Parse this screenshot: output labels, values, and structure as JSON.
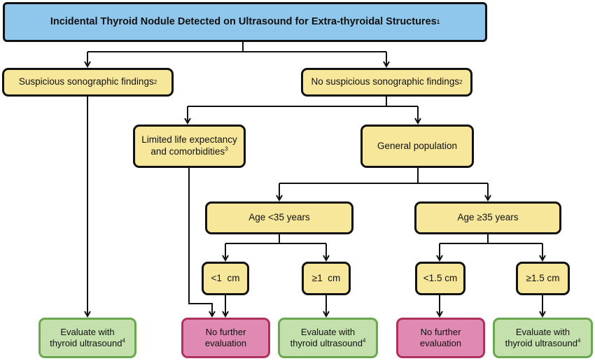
{
  "root": {
    "text": "Incidental Thyroid Nodule Detected on Ultrasound for Extra-thyroidal Structures",
    "sup": "1"
  },
  "suspicious": {
    "text": "Suspicious sonographic findings",
    "sup": "2"
  },
  "no_suspicious": {
    "text": "No suspicious sonographic findings",
    "sup": "2"
  },
  "limited": {
    "line1": "Limited life expectancy",
    "line2": "and comorbidities",
    "sup": "3"
  },
  "general": {
    "text": "General population"
  },
  "age_lt35": {
    "text": "Age <35 years"
  },
  "age_ge35": {
    "text": "Age ≥35 years"
  },
  "lt1": {
    "text": "<1  cm"
  },
  "ge1": {
    "text": "≥1  cm"
  },
  "lt15": {
    "text": "<1.5 cm"
  },
  "ge15": {
    "text": "≥1.5 cm"
  },
  "eval1": {
    "line1": "Evaluate with",
    "line2": "thyroid ultrasound",
    "sup": "4"
  },
  "nofurther1": {
    "line1": "No further",
    "line2": "evaluation"
  },
  "eval2": {
    "line1": "Evaluate with",
    "line2": "thyroid ultrasound",
    "sup": "4"
  },
  "nofurther2": {
    "line1": "No further",
    "line2": "evaluation"
  },
  "eval3": {
    "line1": "Evaluate with",
    "line2": "thyroid ultrasound",
    "sup": "4"
  },
  "colors": {
    "title_fill": "#8fc6ec",
    "decision_fill": "#f6e79a",
    "evaluate_fill": "#c4e0ad",
    "evaluate_border": "#6aa84f",
    "stop_fill": "#e08ab3",
    "stop_border": "#b0305e"
  }
}
